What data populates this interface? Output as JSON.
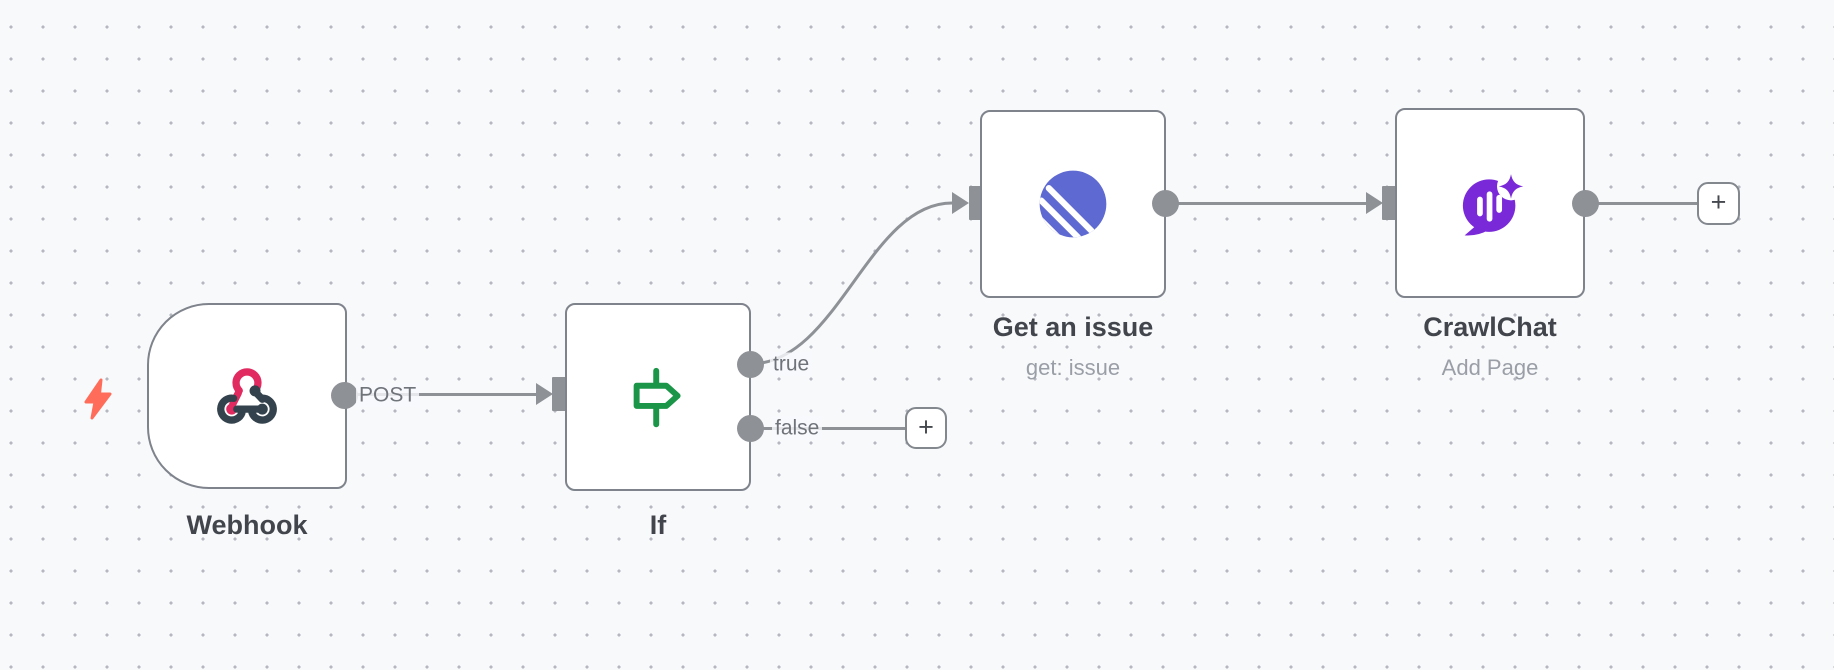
{
  "workflow": {
    "nodes": {
      "webhook": {
        "label": "Webhook",
        "output_wire_label": "POST"
      },
      "if": {
        "label": "If",
        "true_label": "true",
        "false_label": "false"
      },
      "linear": {
        "label": "Get an issue",
        "subtitle": "get: issue"
      },
      "crawlchat": {
        "label": "CrawlChat",
        "subtitle": "Add Page"
      }
    },
    "plus_label": "+"
  },
  "colors": {
    "canvas_bg": "#f8f9fb",
    "node_border": "#7f838c",
    "wire": "#8e9196",
    "trigger_bolt": "#ff6d5a",
    "webhook_pink": "#e12a60",
    "webhook_slate": "#33424c",
    "if_green": "#1b9548",
    "linear_indigo": "#5e69d1",
    "crawlchat_purple": "#7a29d9"
  }
}
